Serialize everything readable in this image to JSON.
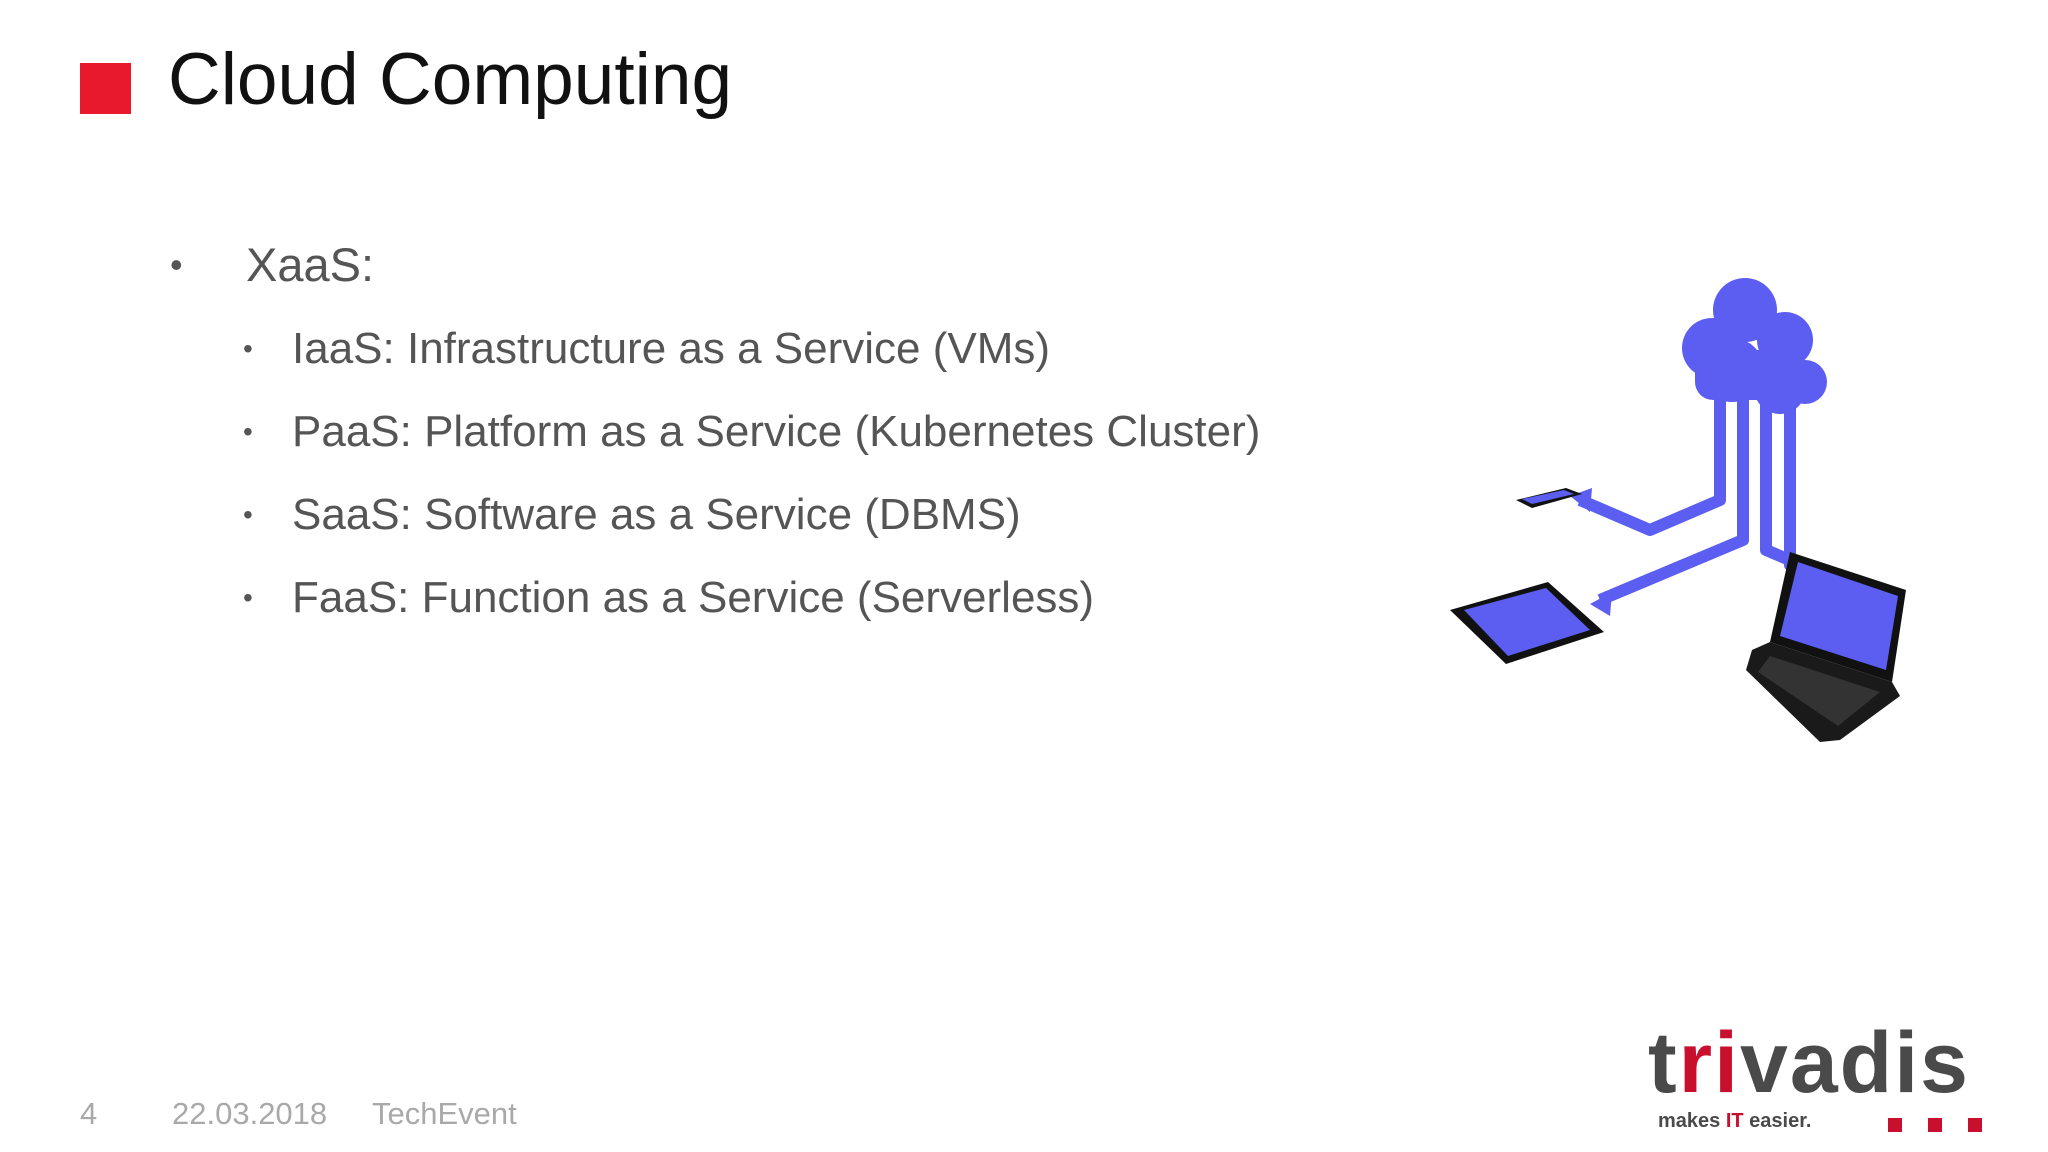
{
  "slide": {
    "title": "Cloud Computing",
    "accent_color": "#e8192c",
    "bullet_glyph": "•",
    "bullets": {
      "main": "XaaS:",
      "sub": [
        "IaaS: Infrastructure as a Service (VMs)",
        "PaaS: Platform as a Service (Kubernetes Cluster)",
        "SaaS: Software as a Service (DBMS)",
        "FaaS: Function as a Service (Serverless)"
      ]
    },
    "illustration": {
      "icons": [
        "cloud-icon",
        "smartphone-icon",
        "tablet-icon",
        "laptop-icon"
      ],
      "cloud_color": "#5b5ef0"
    }
  },
  "footer": {
    "page_number": "4",
    "date": "22.03.2018",
    "event": "TechEvent"
  },
  "logo": {
    "word_prefix": "t",
    "word_accent": "ri",
    "word_suffix": "vadis",
    "tagline_prefix": "makes ",
    "tagline_accent": "IT",
    "tagline_suffix": " easier.",
    "accent_color": "#c8102e"
  }
}
